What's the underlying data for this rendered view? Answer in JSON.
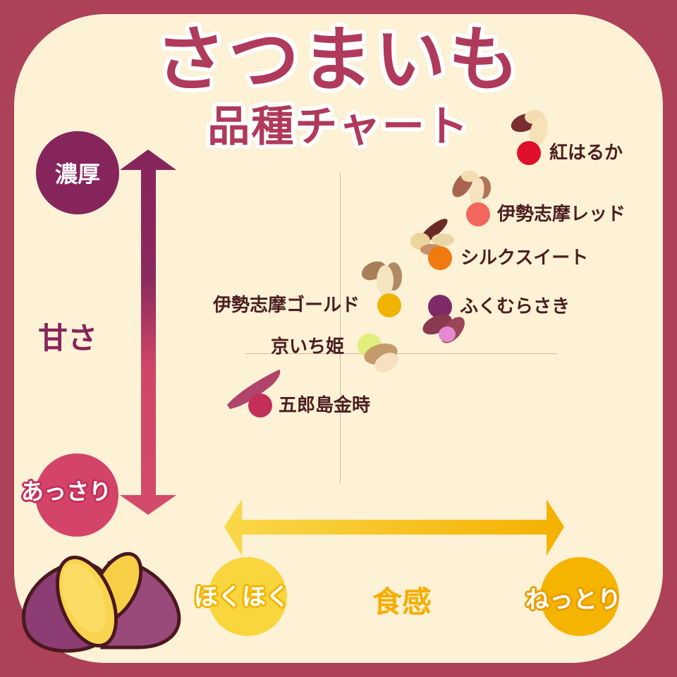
{
  "header": {
    "title_main": "さつまいも",
    "title_sub": "品種チャート"
  },
  "y_axis": {
    "label": "甘さ",
    "top_label": "濃厚",
    "bottom_label": "あっさり",
    "top_color": "#86245c",
    "bottom_color": "#d4446a"
  },
  "x_axis": {
    "label": "食感",
    "left_label": "ほくほく",
    "right_label": "ねっとり",
    "left_color": "#f9d63e",
    "right_color": "#f5b200"
  },
  "varieties": [
    {
      "name": "紅はるか",
      "color": "#e0102c"
    },
    {
      "name": "伊勢志摩レッド",
      "color": "#f2675c"
    },
    {
      "name": "シルクスイート",
      "color": "#ee7a10"
    },
    {
      "name": "伊勢志摩ゴールド",
      "color": "#f0b300"
    },
    {
      "name": "ふくむらさき",
      "color": "#7e2a68"
    },
    {
      "name": "京いち姫",
      "color": "#e2ee7c"
    },
    {
      "name": "五郎島金時",
      "color": "#c2305a"
    }
  ],
  "chart_data": {
    "type": "scatter",
    "title": "さつまいも 品種チャート",
    "xlabel": "食感 (ほくほく ← → ねっとり)",
    "ylabel": "甘さ (あっさり ↓ ↑ 濃厚)",
    "x_range": [
      "ほくほく",
      "ねっとり"
    ],
    "y_range": [
      "あっさり",
      "濃厚"
    ],
    "xlim": [
      -1,
      1
    ],
    "ylim": [
      -1,
      1
    ],
    "grid": false,
    "crosshair_at_origin": true,
    "points": [
      {
        "name": "紅はるか",
        "x": 0.85,
        "y": 0.96,
        "color": "#e0102c"
      },
      {
        "name": "伊勢志摩レッド",
        "x": 0.64,
        "y": 0.76,
        "color": "#f2675c"
      },
      {
        "name": "シルクスイート",
        "x": 0.48,
        "y": 0.46,
        "color": "#ee7a10"
      },
      {
        "name": "伊勢志摩ゴールド",
        "x": 0.23,
        "y": 0.24,
        "color": "#f0b300"
      },
      {
        "name": "ふくむらさき",
        "x": 0.47,
        "y": 0.26,
        "color": "#7e2a68"
      },
      {
        "name": "京いち姫",
        "x": 0.14,
        "y": 0.05,
        "color": "#e2ee7c"
      },
      {
        "name": "五郎島金時",
        "x": -0.38,
        "y": -0.33,
        "color": "#c2305a"
      }
    ]
  }
}
